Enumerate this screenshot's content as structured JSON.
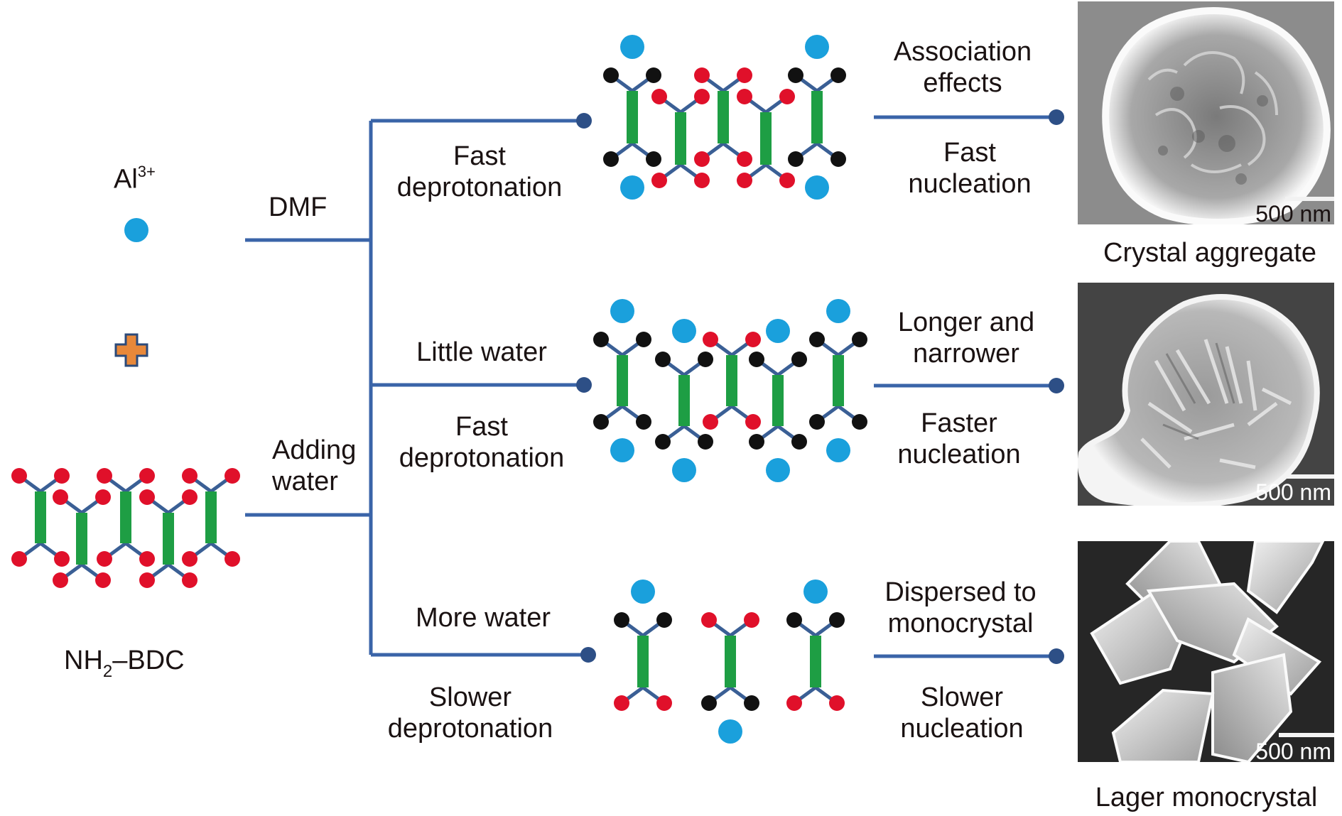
{
  "colors": {
    "arrow": "#3a64a8",
    "metal_ion": "#1aa0dc",
    "oxygen_red": "#e0102a",
    "oxygen_black": "#111111",
    "linker_green": "#1e9e44",
    "bond_blue": "#3a5f95",
    "plus_fill": "#e8883a",
    "plus_outline": "#2b4a7a"
  },
  "reactants": {
    "metal_label": "Al",
    "metal_charge": "3+",
    "plus_icon": "plus-icon",
    "linker_label_main": "NH",
    "linker_label_sub": "2",
    "linker_label_rest": "–BDC"
  },
  "conditions": {
    "dmf": "DMF",
    "adding_water_line1": "Adding",
    "adding_water_line2": "water"
  },
  "pathways": [
    {
      "above": [
        "",
        ""
      ],
      "below": [
        "Fast",
        "deprotonation"
      ],
      "result_above": [
        "Association",
        "effects"
      ],
      "result_below": [
        "Fast",
        "nucleation"
      ],
      "sem_scale": "500 nm",
      "caption": "Crystal aggregate"
    },
    {
      "above": [
        "Little water"
      ],
      "below": [
        "Fast",
        "deprotonation"
      ],
      "result_above": [
        "Longer and",
        "narrower"
      ],
      "result_below": [
        "Faster",
        "nucleation"
      ],
      "sem_scale": "500 nm",
      "caption": ""
    },
    {
      "above": [
        "More water"
      ],
      "below": [
        "Slower",
        "deprotonation"
      ],
      "result_above": [
        "Dispersed to",
        "monocrystal"
      ],
      "result_below": [
        "Slower",
        "nucleation"
      ],
      "sem_scale": "500 nm",
      "caption": "Lager monocrystal"
    }
  ],
  "molecules": {
    "nh2_bdc": [
      {
        "top": "red",
        "bottom": "red"
      },
      {
        "top": "red",
        "bottom": "red"
      },
      {
        "top": "red",
        "bottom": "red"
      },
      {
        "top": "red",
        "bottom": "red"
      },
      {
        "top": "red",
        "bottom": "red"
      }
    ],
    "dmf_complex": [
      {
        "top": "black",
        "bottom": "black",
        "ion_top": true,
        "ion_bottom": true
      },
      {
        "top": "red",
        "bottom": "red",
        "ion_top": false,
        "ion_bottom": false
      },
      {
        "top": "red",
        "bottom": "red",
        "ion_top": false,
        "ion_bottom": false
      },
      {
        "top": "red",
        "bottom": "red",
        "ion_top": false,
        "ion_bottom": false
      },
      {
        "top": "black",
        "bottom": "black",
        "ion_top": true,
        "ion_bottom": true
      }
    ],
    "little_water_complex": [
      {
        "top": "black",
        "bottom": "black",
        "ion_top": true,
        "ion_bottom": true
      },
      {
        "top": "black",
        "bottom": "black",
        "ion_top": true,
        "ion_bottom": true
      },
      {
        "top": "red",
        "bottom": "red",
        "ion_top": false,
        "ion_bottom": false
      },
      {
        "top": "black",
        "bottom": "black",
        "ion_top": true,
        "ion_bottom": true
      },
      {
        "top": "black",
        "bottom": "black",
        "ion_top": true,
        "ion_bottom": true
      }
    ],
    "more_water_complex": [
      {
        "top": "black",
        "bottom": "red",
        "ion_top": true,
        "ion_bottom": false
      },
      {
        "top": "red",
        "bottom": "black",
        "ion_top": false,
        "ion_bottom": true
      },
      {
        "top": "black",
        "bottom": "red",
        "ion_top": true,
        "ion_bottom": false
      }
    ]
  }
}
